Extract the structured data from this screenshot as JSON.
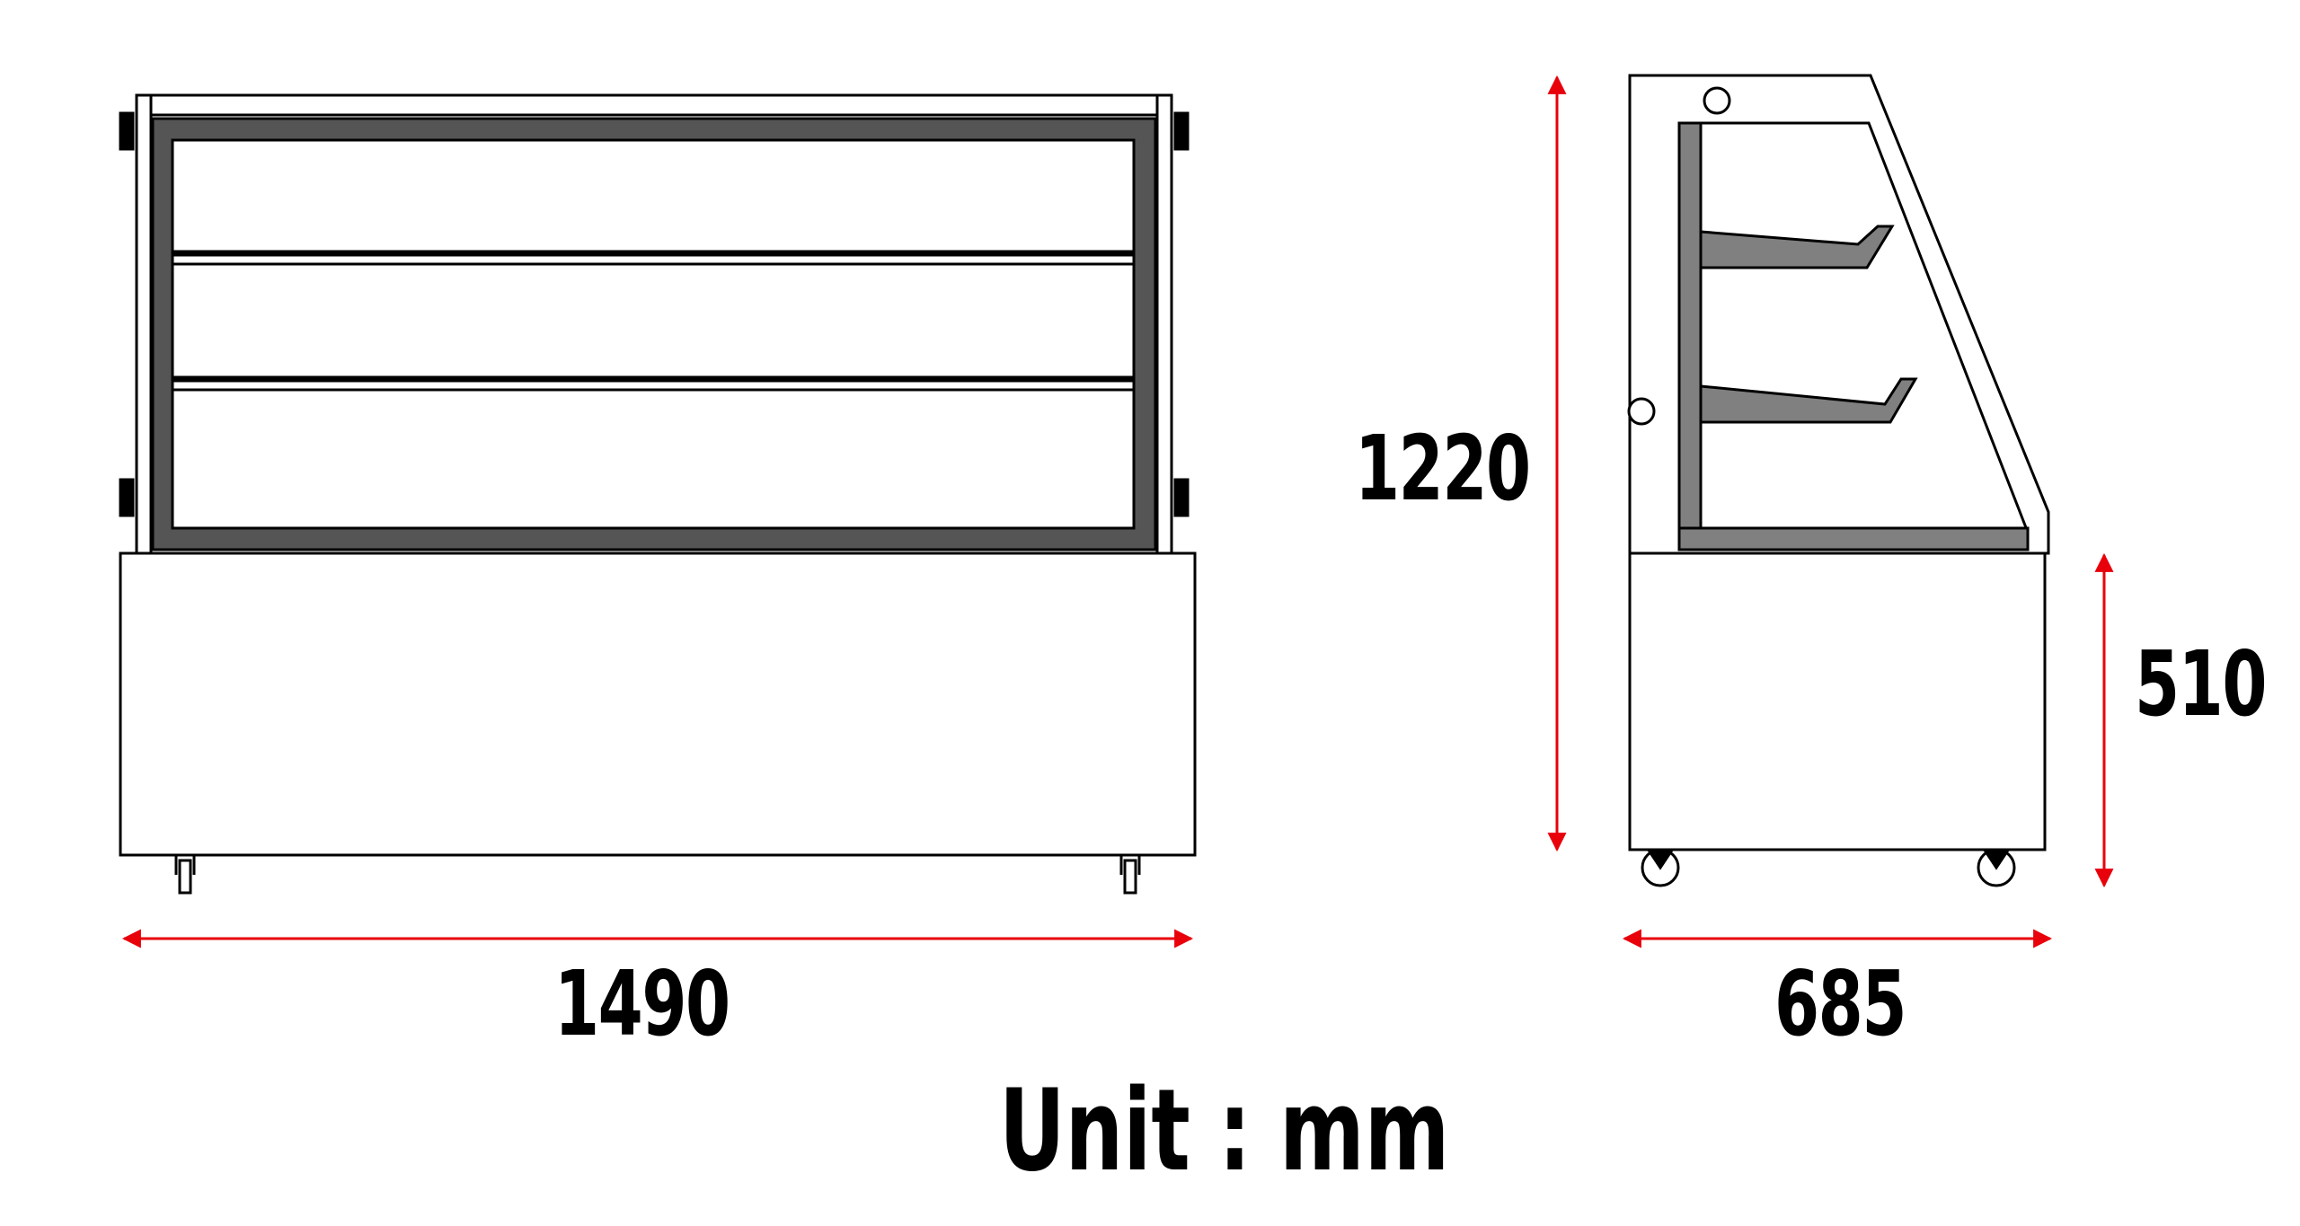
{
  "dimensions": {
    "front_width": "1490",
    "side_depth": "685",
    "total_height": "1220",
    "base_height": "510"
  },
  "unit_label": "Unit : mm",
  "colors": {
    "line": "#000000",
    "frame": "#555555",
    "shelf": "#808080",
    "arrow": "#e8000b"
  }
}
